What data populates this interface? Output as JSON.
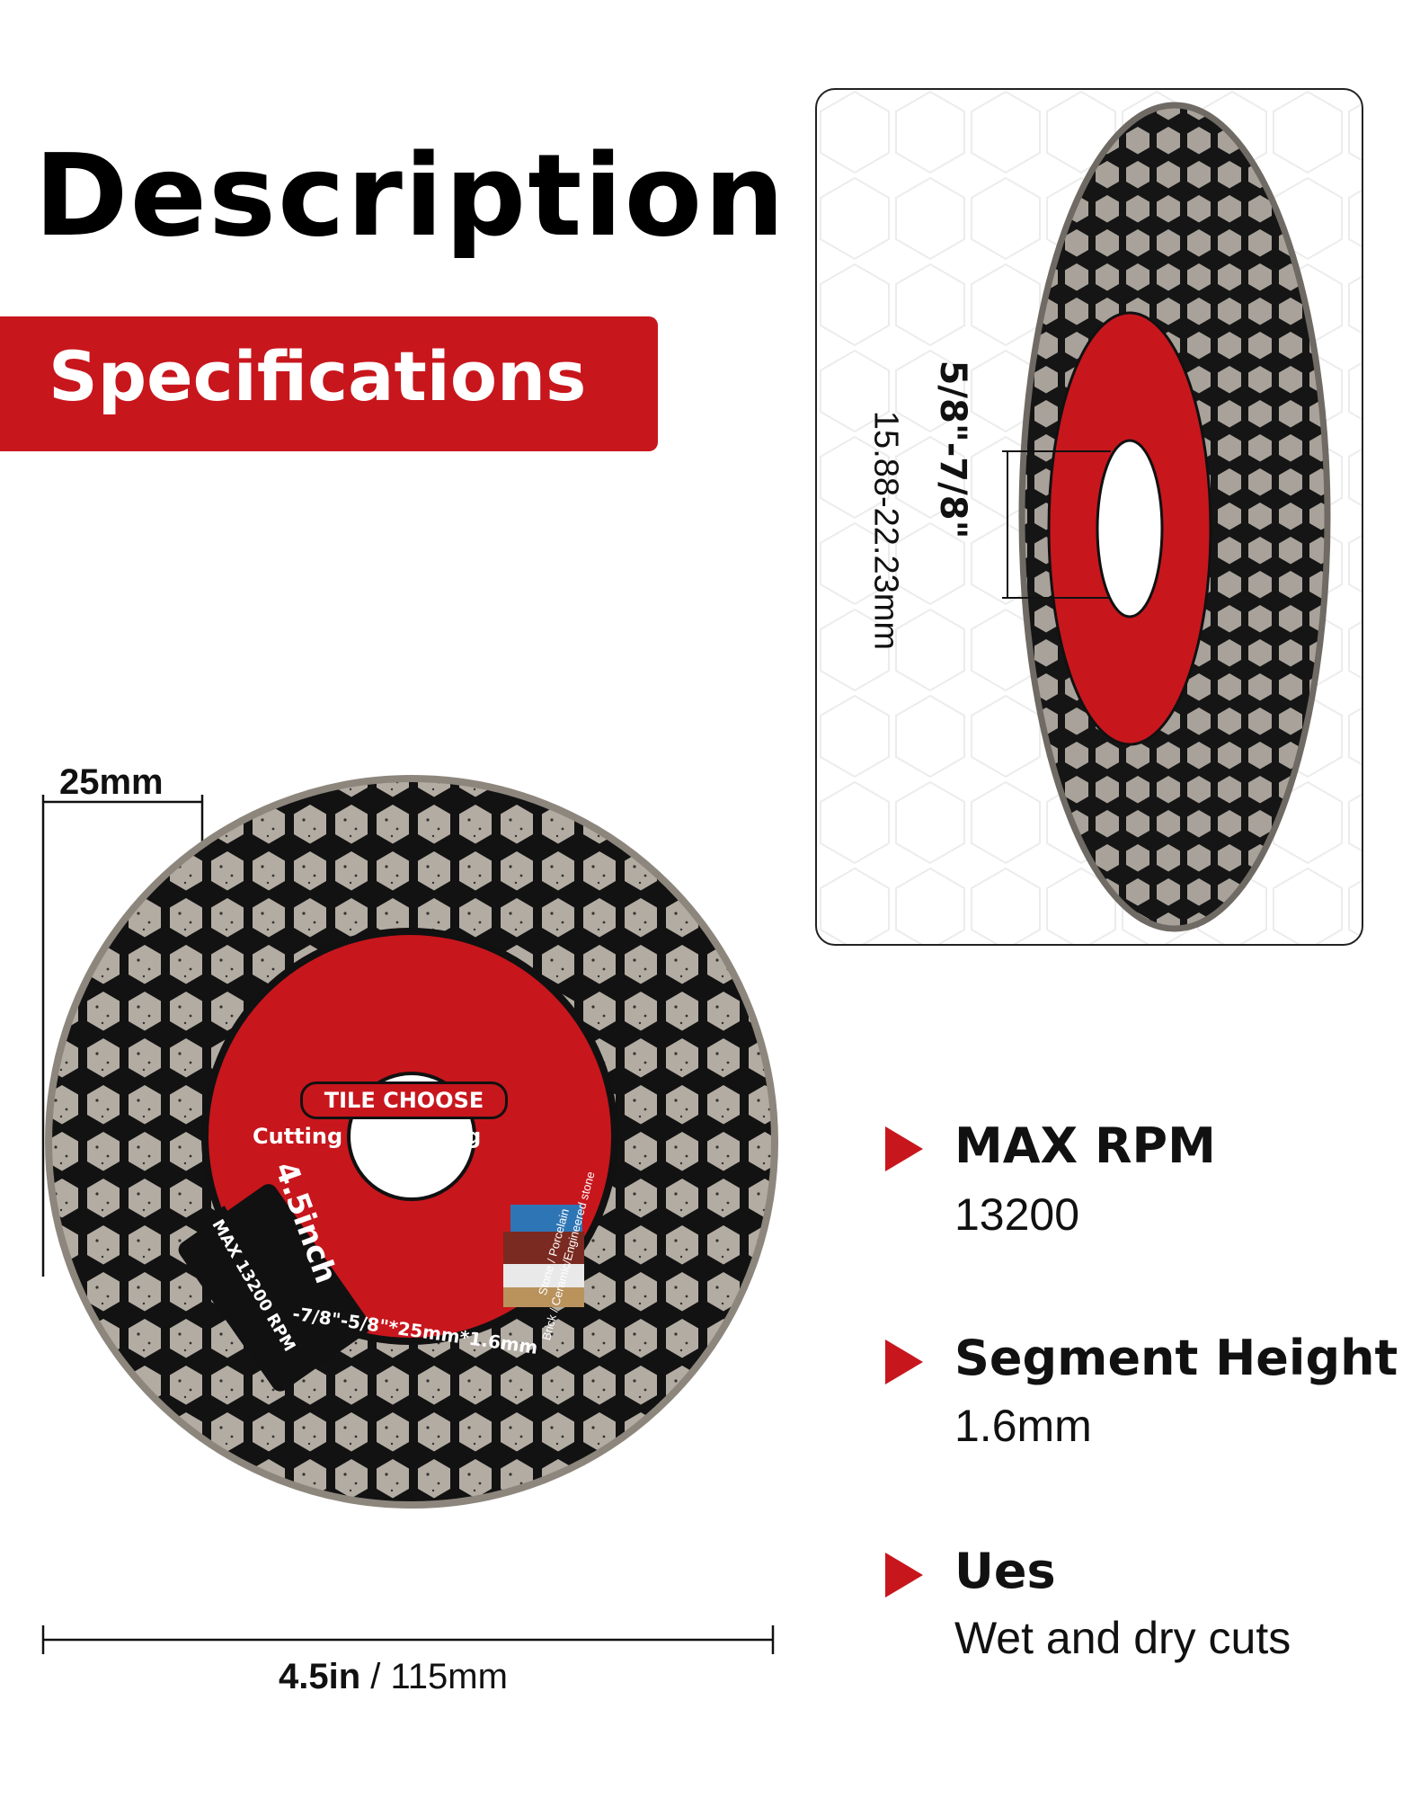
{
  "title": "Description",
  "banner": {
    "label": "Specifications"
  },
  "side_view": {
    "bore_inch": "5/8\"-7/8\"",
    "bore_mm": "15.88-22.23mm"
  },
  "front_view": {
    "segment_width": "25mm",
    "diameter_in": "4.5in",
    "diameter_sep": " / ",
    "diameter_mm": "115mm"
  },
  "blade_label": {
    "brand": "TILE CHOOSE",
    "purpose": "Cutting & Grinding",
    "size": "4.5inch",
    "spec_line": "-7/8\"-5/8\"*25mm*1.6mm",
    "rpm": "MAX 13200 RPM",
    "materials_1": "Stone / Porcelain",
    "materials_2": "Brick / Ceramic/Engineered stone"
  },
  "specs": [
    {
      "label": "MAX RPM",
      "value": "13200"
    },
    {
      "label": "Segment Height",
      "value": "1.6mm"
    },
    {
      "label": "Ues",
      "value": "Wet and dry cuts"
    }
  ],
  "colors": {
    "accent": "#c8161d",
    "text": "#111111"
  }
}
